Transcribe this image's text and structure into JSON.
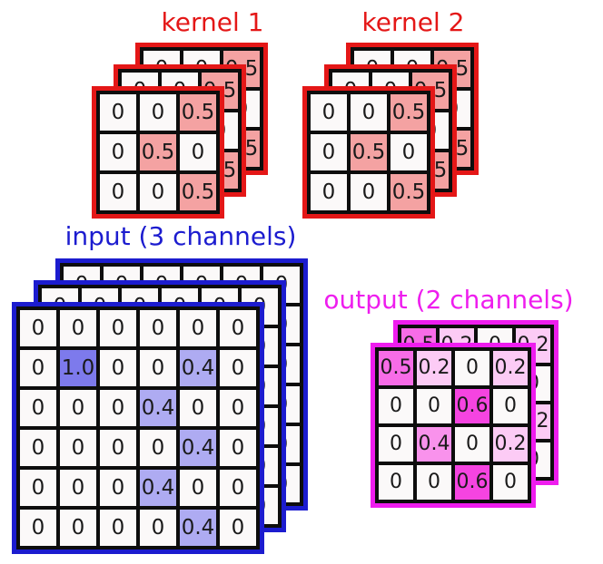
{
  "colors": {
    "red": "#e41717",
    "blue": "#1c1ccf",
    "magenta": "#ee1dee",
    "grid_line": "#0d0d0d",
    "cell_text": "#1a1a1a",
    "cell_bg": "#fbf9f9"
  },
  "cell_colors": {
    "kernel": {
      "0": "#fbf9f9",
      "0.5": "#f4a2a2"
    },
    "input": {
      "0": "#fbf9f9",
      "1.0": "#7d7aec",
      "0.4": "#aeabf2"
    },
    "output": {
      "0": "#fbf9f9",
      "0.2": "#fccbf5",
      "0.4": "#f992ec",
      "0.5": "#f76ce7",
      "0.6": "#f544e1"
    }
  },
  "stacks": {
    "kernel1": {
      "title": "kernel 1",
      "layers": [
        [
          [
            "0",
            "0",
            "0.5"
          ],
          [
            "0",
            "0.5",
            "0"
          ],
          [
            "0",
            "0",
            "0.5"
          ]
        ],
        [
          [
            "0",
            "0",
            "0.5"
          ],
          [
            "0",
            "0.5",
            "0"
          ],
          [
            "0",
            "0",
            "0.5"
          ]
        ],
        [
          [
            "0",
            "0",
            "0.5"
          ],
          [
            "0",
            "0.5",
            "0"
          ],
          [
            "0",
            "0",
            "0.5"
          ]
        ]
      ]
    },
    "kernel2": {
      "title": "kernel 2",
      "layers": [
        [
          [
            "0",
            "0",
            "0.5"
          ],
          [
            "0",
            "0.5",
            "0"
          ],
          [
            "0",
            "0",
            "0.5"
          ]
        ],
        [
          [
            "0",
            "0",
            "0.5"
          ],
          [
            "0",
            "0.5",
            "0"
          ],
          [
            "0",
            "0",
            "0.5"
          ]
        ],
        [
          [
            "0",
            "0",
            "0.5"
          ],
          [
            "0",
            "0.5",
            "0"
          ],
          [
            "0",
            "0",
            "0.5"
          ]
        ]
      ]
    },
    "input": {
      "title": "input (3 channels)",
      "layers": [
        [
          [
            "0",
            "0",
            "0",
            "0",
            "0",
            "0"
          ],
          [
            "0",
            "0",
            "0",
            "0",
            "0",
            "0"
          ],
          [
            "0",
            "0",
            "0",
            "0",
            "0",
            "0"
          ],
          [
            "0",
            "0",
            "0",
            "0",
            "0",
            "0"
          ],
          [
            "0",
            "0",
            "0",
            "0",
            "0",
            "0"
          ],
          [
            "0",
            "0",
            "0",
            "0",
            "0",
            "0"
          ]
        ],
        [
          [
            "0",
            "0",
            "0",
            "0",
            "0",
            "0"
          ],
          [
            "0",
            "0",
            "0",
            "0",
            "0",
            "0"
          ],
          [
            "0",
            "0",
            "0",
            "0",
            "0",
            "0"
          ],
          [
            "0",
            "0",
            "0",
            "0",
            "0",
            "0"
          ],
          [
            "0",
            "0",
            "0",
            "0",
            "0",
            "0"
          ],
          [
            "0",
            "0",
            "0",
            "0",
            "0",
            "0"
          ]
        ],
        [
          [
            "0",
            "0",
            "0",
            "0",
            "0",
            "0"
          ],
          [
            "0",
            "1.0",
            "0",
            "0",
            "0.4",
            "0"
          ],
          [
            "0",
            "0",
            "0",
            "0.4",
            "0",
            "0"
          ],
          [
            "0",
            "0",
            "0",
            "0",
            "0.4",
            "0"
          ],
          [
            "0",
            "0",
            "0",
            "0.4",
            "0",
            "0"
          ],
          [
            "0",
            "0",
            "0",
            "0",
            "0.4",
            "0"
          ]
        ]
      ]
    },
    "output": {
      "title": "output (2 channels)",
      "layers": [
        [
          [
            "0.5",
            "0.2",
            "0",
            "0.2"
          ],
          [
            "0",
            "0",
            "0.6",
            "0"
          ],
          [
            "0",
            "0.4",
            "0",
            "0.2"
          ],
          [
            "0",
            "0",
            "0.6",
            "0"
          ]
        ],
        [
          [
            "0.5",
            "0.2",
            "0",
            "0.2"
          ],
          [
            "0",
            "0",
            "0.6",
            "0"
          ],
          [
            "0",
            "0.4",
            "0",
            "0.2"
          ],
          [
            "0",
            "0",
            "0.6",
            "0"
          ]
        ]
      ]
    }
  }
}
